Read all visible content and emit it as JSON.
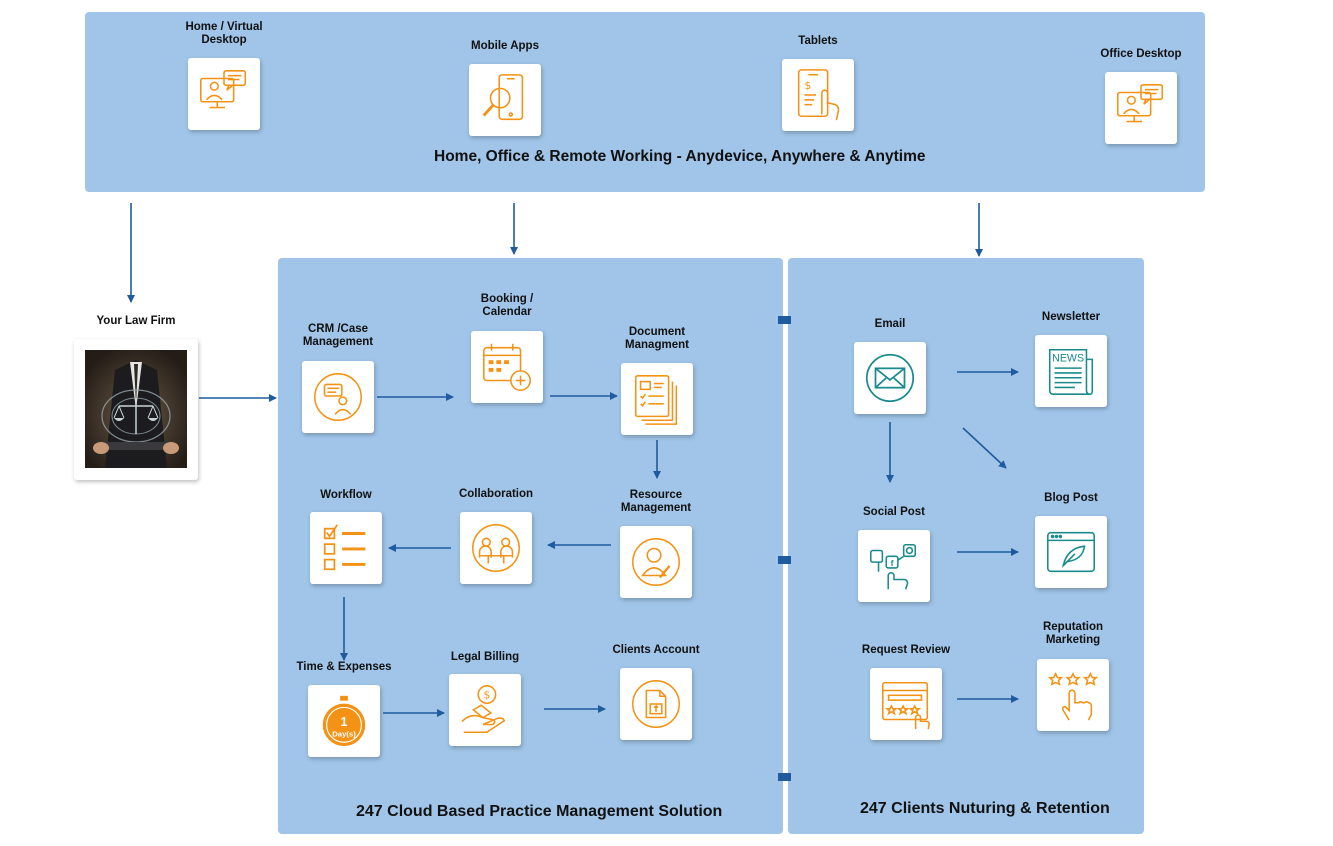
{
  "top": {
    "heading": "Home, Office & Remote Working  - Anydevice, Anywhere & Anytime",
    "home_virtual_desktop": "Home / Virtual\nDesktop",
    "mobile_apps": "Mobile Apps",
    "tablets": "Tablets",
    "office_desktop": "Office Desktop"
  },
  "law_firm": {
    "label": "Your Law Firm"
  },
  "practice": {
    "heading": "247 Cloud Based Practice Management Solution",
    "crm": "CRM /Case\nManagement",
    "booking": "Booking /\nCalendar",
    "document": "Document\nManagment",
    "workflow": "Workflow",
    "collaboration": "Collaboration",
    "resource": "Resource\nManagement",
    "time_expenses": "Time & Expenses",
    "timer_number": "1",
    "timer_unit": "Day(s)",
    "legal_billing": "Legal Billing",
    "clients_account": "Clients Account"
  },
  "nurture": {
    "heading": "247 Clients Nuturing & Retention",
    "email": "Email",
    "newsletter": "Newsletter",
    "news_text": "NEWS",
    "social_post": "Social Post",
    "blog_post": "Blog Post",
    "request_review": "Request Review",
    "reputation": "Reputation\nMarketing"
  },
  "colors": {
    "panel": "#a0c5e8",
    "arrow": "#1f5b9d",
    "orange": "#f39215",
    "teal": "#1a8a8d"
  }
}
